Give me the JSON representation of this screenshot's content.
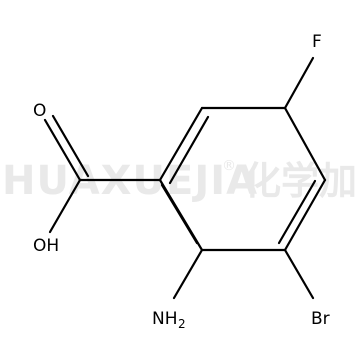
{
  "watermark": {
    "brand": "HUAXUEJIA",
    "registered": "®",
    "cjk": "化学加",
    "color": "#e9e9e9"
  },
  "molecule": {
    "atoms": {
      "fluorine": "F",
      "carbonyl_oxygen": "O",
      "hydroxyl": "OH",
      "amino": "NH",
      "amino_subscript": "2",
      "bromine": "Br"
    },
    "bond_color": "#000000"
  }
}
